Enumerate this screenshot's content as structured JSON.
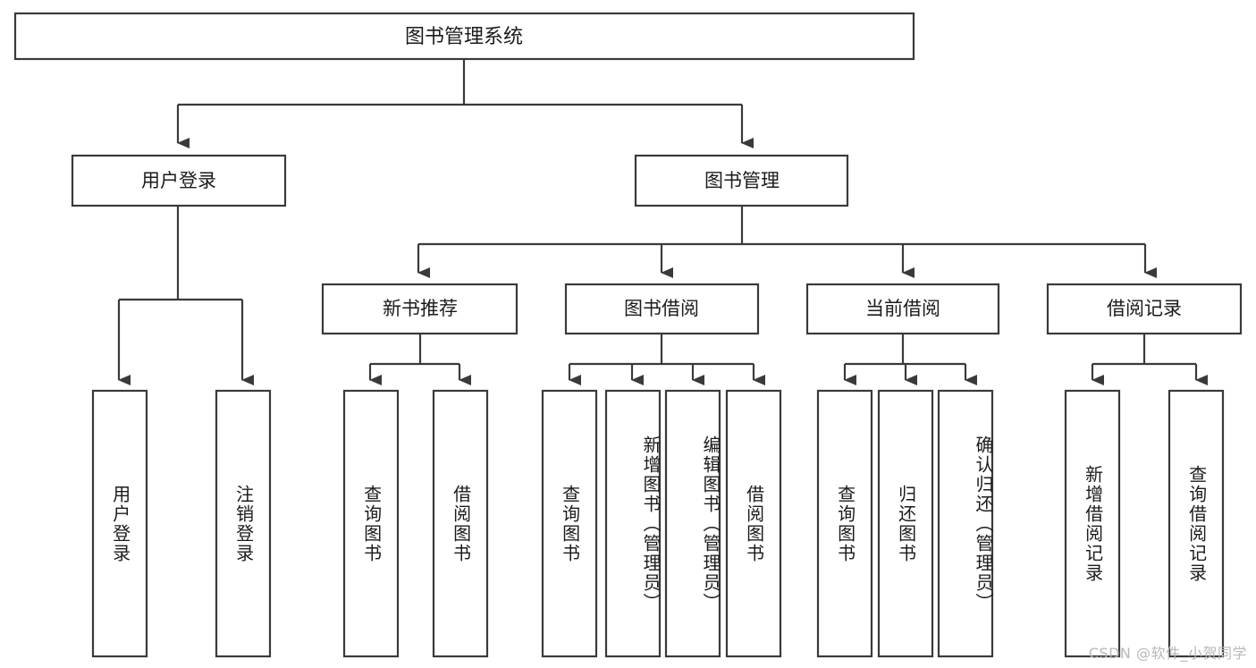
{
  "diagram": {
    "title": "图书管理系统",
    "type": "hierarchy-tree",
    "orientation": "top-down",
    "colors": {
      "box_stroke": "#3a3a3a",
      "box_fill": "#ffffff",
      "connector": "#3a3a3a",
      "text": "#1b1b1b",
      "background": "#ffffff",
      "watermark": "#b9b9b9"
    },
    "root": {
      "label": "图书管理系统"
    },
    "level2": [
      {
        "id": "user-login",
        "label": "用户登录"
      },
      {
        "id": "book-manage",
        "label": "图书管理"
      }
    ],
    "level3": [
      {
        "id": "new-book-recommend",
        "label": "新书推荐",
        "parent": "book-manage"
      },
      {
        "id": "book-borrow",
        "label": "图书借阅",
        "parent": "book-manage"
      },
      {
        "id": "current-borrow",
        "label": "当前借阅",
        "parent": "book-manage"
      },
      {
        "id": "borrow-record",
        "label": "借阅记录",
        "parent": "book-manage"
      }
    ],
    "leaves": {
      "user-login": [
        {
          "id": "leaf-user-login",
          "label": "用户登录"
        },
        {
          "id": "leaf-logout-login",
          "label": "注销登录"
        }
      ],
      "new-book-recommend": [
        {
          "id": "leaf-query-book-1",
          "label": "查询图书"
        },
        {
          "id": "leaf-borrow-book-1",
          "label": "借阅图书"
        }
      ],
      "book-borrow": [
        {
          "id": "leaf-query-book-2",
          "label": "查询图书"
        },
        {
          "id": "leaf-add-book",
          "label": "新增图书（管理员）"
        },
        {
          "id": "leaf-edit-book",
          "label": "编辑图书（管理员）"
        },
        {
          "id": "leaf-borrow-book-2",
          "label": "借阅图书"
        }
      ],
      "current-borrow": [
        {
          "id": "leaf-query-book-3",
          "label": "查询图书"
        },
        {
          "id": "leaf-return-book",
          "label": "归还图书"
        },
        {
          "id": "leaf-confirm-return",
          "label": "确认归还（管理员）"
        }
      ],
      "borrow-record": [
        {
          "id": "leaf-add-record",
          "label": "新增借阅记录"
        },
        {
          "id": "leaf-query-record",
          "label": "查询借阅记录"
        }
      ]
    }
  },
  "watermark": {
    "text": "CSDN @软件_小贺同学"
  }
}
